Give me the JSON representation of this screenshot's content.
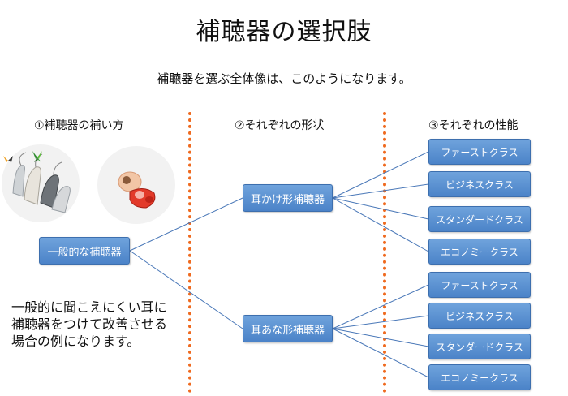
{
  "title": "補聴器の選択肢",
  "subtitle": "補聴器を選ぶ全体像は、このようになります。",
  "columns": [
    "①補聴器の補い方",
    "②それぞれの形状",
    "③それぞれの性能"
  ],
  "root": "一般的な補聴器",
  "shapes": [
    "耳かけ形補聴器",
    "耳あな形補聴器"
  ],
  "classes": [
    "ファーストクラス",
    "ビジネスクラス",
    "スタンダードクラス",
    "エコノミークラス"
  ],
  "note": "一般的に聞こえにくい耳に補聴器をつけて改善させる場合の例になります。",
  "colors": {
    "box": "#4b83c8",
    "line": "#4a78b8",
    "divider": "#ef6a1f"
  },
  "images": [
    {
      "name": "behind-the-ear-hearing-aids",
      "icon": "hearing-aid-bte"
    },
    {
      "name": "in-the-ear-hearing-aids",
      "icon": "hearing-aid-ite"
    }
  ]
}
